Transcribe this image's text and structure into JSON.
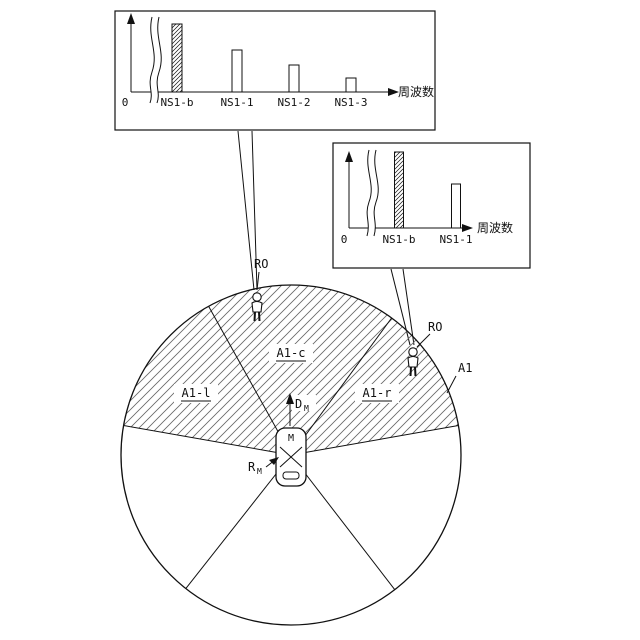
{
  "palette": {
    "ink": "#111111",
    "paper": "#ffffff"
  },
  "chart_data": [
    {
      "id": "top-spectrum",
      "type": "bar",
      "title": "",
      "origin_label": "0",
      "xlabel": "周波数",
      "ylabel": "",
      "categories": [
        "NS1-b",
        "NS1-1",
        "NS1-2",
        "NS1-3"
      ],
      "values": [
        68,
        42,
        27,
        14
      ],
      "value_unit": "arbitrary level",
      "ylim": [
        0,
        80
      ],
      "bar_fill": [
        "hatch",
        "white",
        "white",
        "white"
      ],
      "axis_break": true,
      "grid": "off",
      "legend": "none"
    },
    {
      "id": "right-spectrum",
      "type": "bar",
      "title": "",
      "origin_label": "0",
      "xlabel": "周波数",
      "ylabel": "",
      "categories": [
        "NS1-b",
        "NS1-1"
      ],
      "values": [
        76,
        44
      ],
      "value_unit": "arbitrary level",
      "ylim": [
        0,
        80
      ],
      "bar_fill": [
        "hatch",
        "white"
      ],
      "axis_break": true,
      "grid": "off",
      "legend": "none"
    }
  ],
  "diagram": {
    "labels": {
      "ro_top": "RO",
      "ro_right": "RO",
      "a1": "A1",
      "a1_left": "A1-l",
      "a1_center": "A1-c",
      "a1_right": "A1-r",
      "vehicle": "M",
      "direction_main": "D",
      "direction_sub": "M",
      "position_main": "R",
      "position_sub": "M"
    }
  }
}
